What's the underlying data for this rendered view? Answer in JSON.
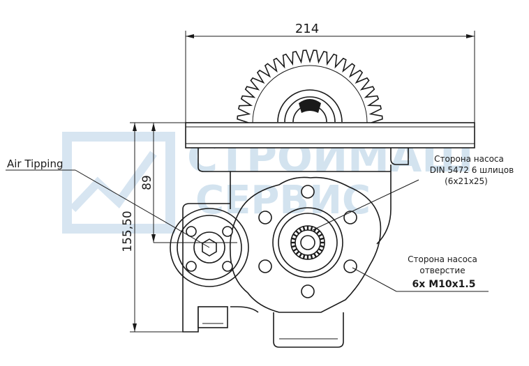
{
  "dimensions": {
    "width_top": "214",
    "height_mid": "89",
    "height_total": "155,50"
  },
  "labels": {
    "air_tipping": "Air Tipping",
    "pump_side_1_line1": "Сторона насоса",
    "pump_side_1_line2": "DIN 5472 6 шлицов",
    "pump_side_1_line3": "(6x21x25)",
    "pump_side_2_line1": "Сторона насоса",
    "pump_side_2_line2": "отверстие",
    "pump_side_2_line3": "6x  M10x1.5"
  },
  "watermark": {
    "line1": "СТРОЙМАШ",
    "line2": "СЕРВИС"
  },
  "colors": {
    "line": "#1a1a1a",
    "watermark": "#cfe0ee"
  }
}
